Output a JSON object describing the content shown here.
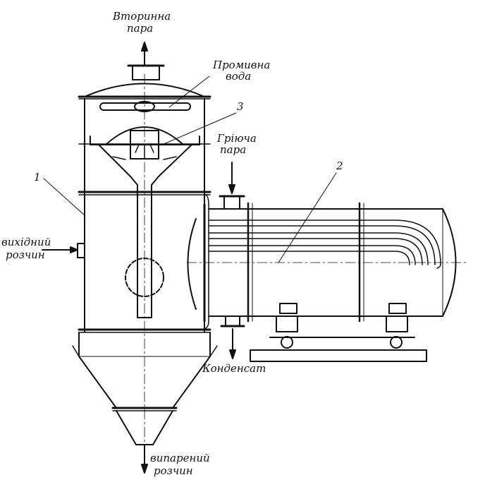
{
  "labels": {
    "secondary_vapor_1": "Вторинна",
    "secondary_vapor_2": "пара",
    "wash_water_1": "Промивна",
    "wash_water_2": "вода",
    "heating_steam_1": "Гріюча",
    "heating_steam_2": "пара",
    "initial_solution_1": "вихідний",
    "initial_solution_2": "розчин",
    "condensate": "Конденсат",
    "evaporated_solution_1": "випарений",
    "evaporated_solution_2": "розчин"
  },
  "callouts": {
    "num_1": "1",
    "num_2": "2",
    "num_3": "3"
  }
}
